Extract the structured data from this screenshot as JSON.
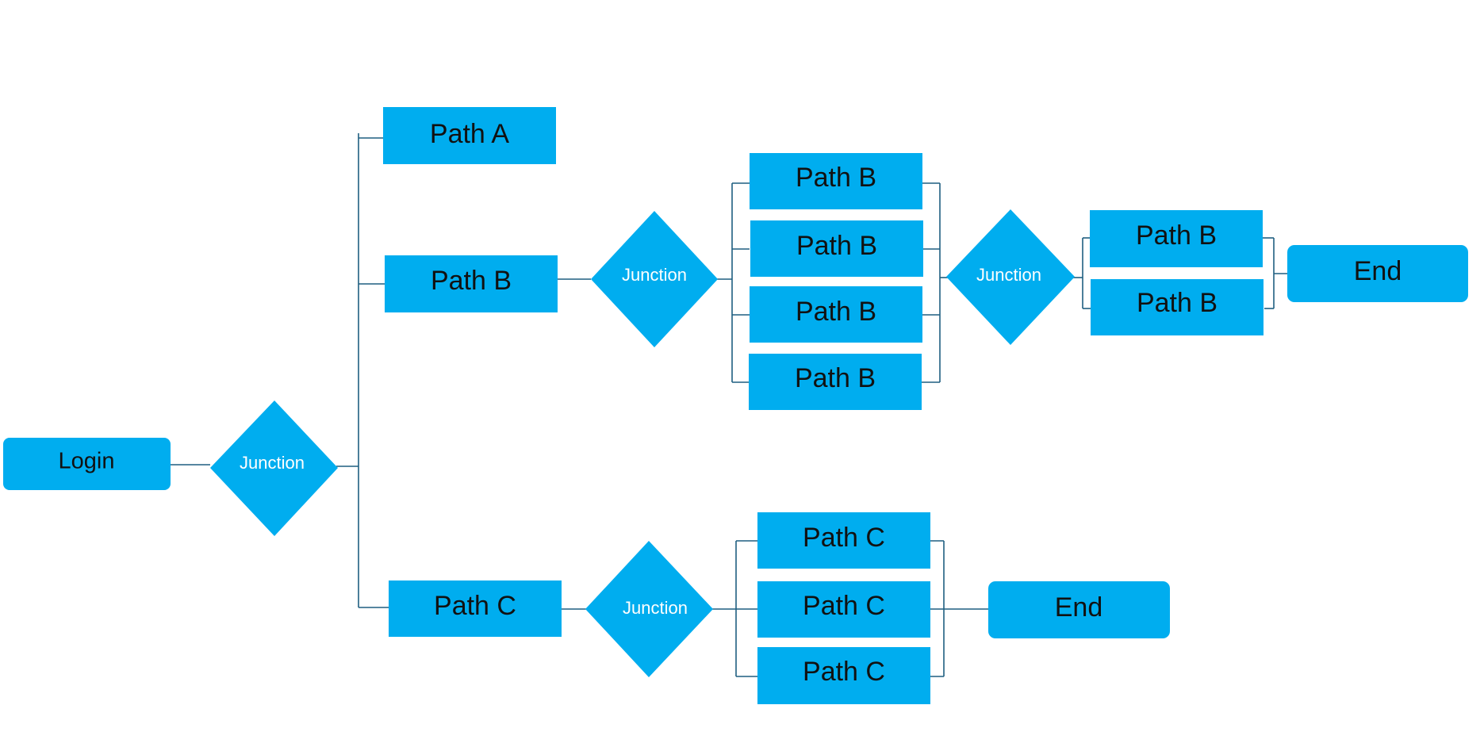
{
  "colors": {
    "node_fill": "#00adef",
    "connector": "#1f5f80",
    "label": "#111111",
    "junction_label": "#ffffff"
  },
  "nodes": {
    "login": "Login",
    "junction_1": "Junction",
    "path_a": "Path A",
    "path_b": "Path B",
    "path_c": "Path C",
    "junction_b1": "Junction",
    "path_b_1": "Path B",
    "path_b_2": "Path B",
    "path_b_3": "Path B",
    "path_b_4": "Path B",
    "junction_b2": "Junction",
    "path_b_5": "Path B",
    "path_b_6": "Path B",
    "end_b": "End",
    "junction_c": "Junction",
    "path_c_1": "Path C",
    "path_c_2": "Path C",
    "path_c_3": "Path C",
    "end_c": "End"
  }
}
